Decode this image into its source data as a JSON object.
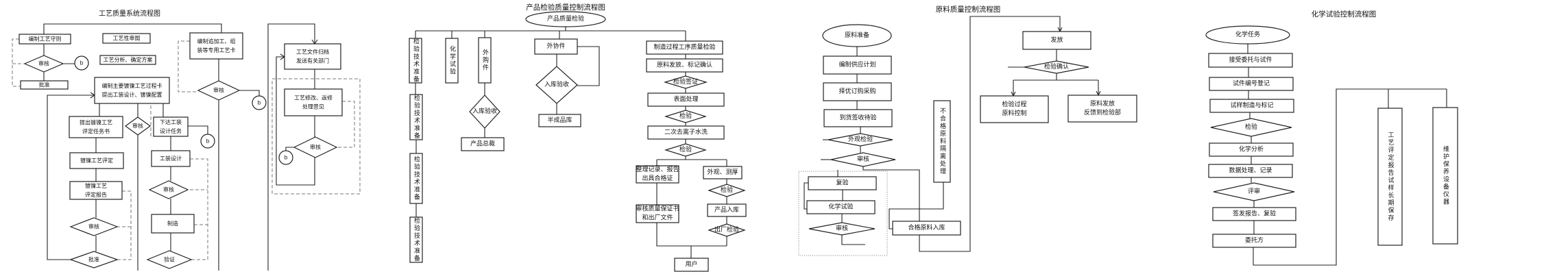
{
  "diagrams": [
    {
      "title": "工艺质量系统流程图",
      "nodes": [
        "编制工艺守则",
        "工艺性审图",
        "工艺分析、确定方案",
        [
          "编制追加工、组",
          "装等专用工艺卡"
        ],
        "审核",
        "b",
        "批准",
        [
          "编制主要镀镍工艺过程卡",
          "提出工装设计、镀镍配置"
        ],
        "审核",
        "b",
        [
          "提出镀镍工艺",
          "评定任务书"
        ],
        "审核",
        [
          "下达工装",
          "设计任务"
        ],
        "b",
        "镀镍工艺评定",
        "工装设计",
        [
          "镀镍工艺",
          "评定报告"
        ],
        "审核",
        "审核",
        "制造",
        "批准",
        "验证",
        [
          "工艺文件归档",
          "发送有关部门"
        ],
        [
          "工艺修改、返修",
          "处理意见"
        ],
        "审核",
        "b"
      ]
    },
    {
      "title": "产品检验质量控制流程图",
      "nodes": [
        "产品质量检验",
        "检验技术准备",
        "检验技术准备",
        "检验技术准备",
        "检验技术准备",
        "化学试验",
        "外购件",
        "入库验收",
        "产品总裁",
        "外协件",
        "入库验收",
        "半成品库",
        "制造过程工序质量检验",
        "原料发放、标记确认",
        "检验签证",
        "表面处理",
        "检验",
        "二次去离子水洗",
        "检验",
        [
          "整理记录、报告",
          "出具合格证"
        ],
        "外观、测厚",
        "检验",
        "产品入库",
        "出厂检验",
        [
          "审核质量保证书",
          "和出厂文件"
        ],
        "用户"
      ]
    },
    {
      "title": "原料质量控制流程图",
      "nodes": [
        "原料准备",
        "编制供应计划",
        "择优订购采购",
        "到货签收待验",
        "外观检验",
        "审核",
        "复验",
        "化学试验",
        "审核",
        "不合格原料隔离处理",
        "合格原料入库",
        "发放",
        "检验确认",
        [
          "检验过程",
          "原料控制"
        ],
        [
          "原料发放",
          "反馈到检验部"
        ]
      ]
    },
    {
      "title": "化学试验控制流程图",
      "nodes": [
        "化学任务",
        "接受委托与试件",
        "试件编号登记",
        "试样制造与标记",
        "检验",
        "化学分析",
        "数据处理、记录",
        "评审",
        "签发报告、复验",
        "委托方",
        "工艺评定报告试样长期保存",
        "维护保养设备仪器"
      ]
    }
  ]
}
